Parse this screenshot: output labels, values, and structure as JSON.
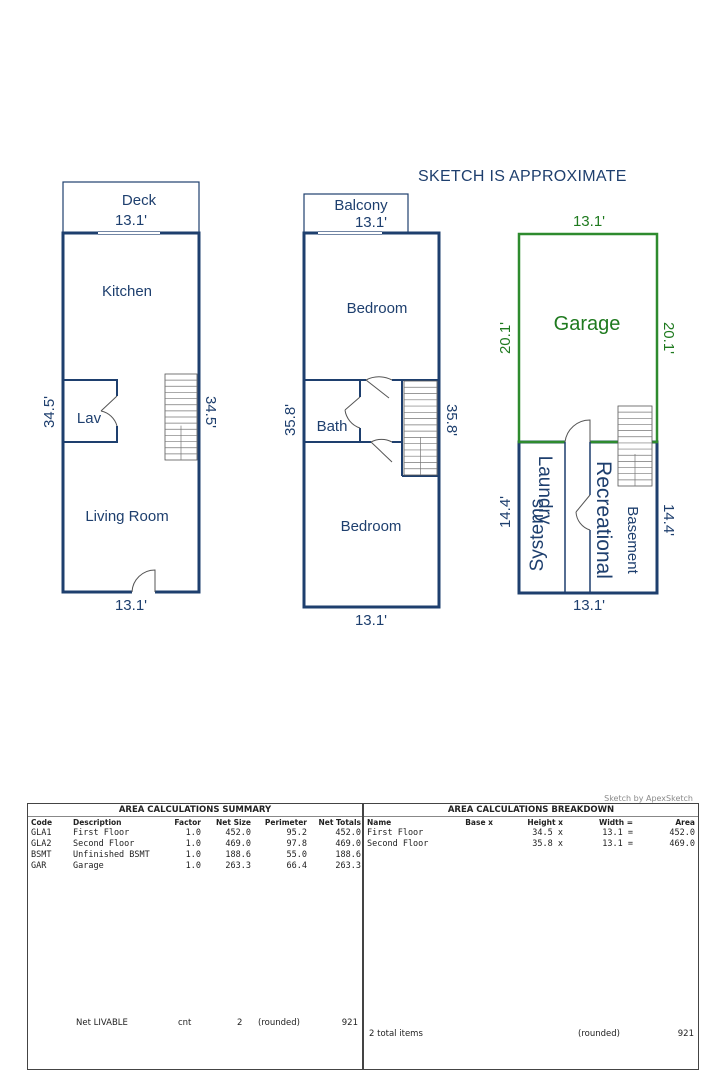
{
  "sketch_note": "SKETCH IS APPROXIMATE",
  "credit": "Sketch by ApexSketch",
  "first_floor": {
    "deck_label": "Deck",
    "deck_dim": "13.1'",
    "kitchen": "Kitchen",
    "lav": "Lav",
    "living": "Living Room",
    "left_dim": "34.5'",
    "right_dim": "34.5'",
    "bottom_dim": "13.1'"
  },
  "second_floor": {
    "balcony_label": "Balcony",
    "balcony_dim": "13.1'",
    "bedroom_top": "Bedroom",
    "bath": "Bath",
    "bedroom_bottom": "Bedroom",
    "left_dim": "35.8'",
    "right_dim": "35.8'",
    "bottom_dim": "13.1'"
  },
  "basement": {
    "garage": "Garage",
    "top_dim": "13.1'",
    "garage_left_dim": "20.1'",
    "garage_right_dim": "20.1'",
    "laundry": "Laundry",
    "systems": "Systems",
    "recreational": "Recreational",
    "basement": "Basement",
    "left_dim": "14.4'",
    "right_dim": "14.4'",
    "bottom_dim": "13.1'"
  },
  "colors": {
    "wall": "#1e3f6e",
    "garage_wall": "#2e8b2e",
    "garage_text": "#1f7a1f"
  },
  "summary": {
    "title": "AREA CALCULATIONS SUMMARY",
    "headers": [
      "Code",
      "Description",
      "Factor",
      "Net Size",
      "Perimeter",
      "Net Totals"
    ],
    "rows": [
      [
        "GLA1",
        "First Floor",
        "1.0",
        "452.0",
        "95.2",
        "452.0"
      ],
      [
        "GLA2",
        "Second Floor",
        "1.0",
        "469.0",
        "97.8",
        "469.0"
      ],
      [
        "BSMT",
        "Unfinished BSMT",
        "1.0",
        "188.6",
        "55.0",
        "188.6"
      ],
      [
        "GAR",
        "Garage",
        "1.0",
        "263.3",
        "66.4",
        "263.3"
      ]
    ],
    "footer": {
      "label": "Net LIVABLE",
      "unit": "cnt",
      "count": "2",
      "rounded": "(rounded)",
      "total": "921"
    }
  },
  "breakdown": {
    "title": "AREA CALCULATIONS BREAKDOWN",
    "headers": [
      "Name",
      "Base x",
      "Height x",
      "Width =",
      "Area"
    ],
    "rows": [
      [
        "First Floor",
        "",
        "34.5  x",
        "13.1  =",
        "452.0"
      ],
      [
        "Second Floor",
        "",
        "35.8  x",
        "13.1  =",
        "469.0"
      ]
    ],
    "footer": {
      "items": "2 total items",
      "rounded": "(rounded)",
      "total": "921"
    }
  }
}
